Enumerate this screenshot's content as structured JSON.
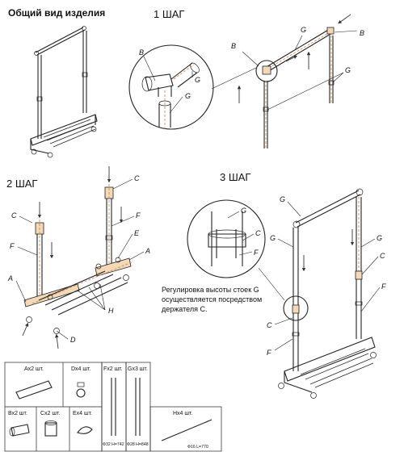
{
  "headings": {
    "overview": "Общий вид изделия",
    "step1": "1 ШАГ",
    "step2": "2 ШАГ",
    "step3": "3 ШАГ"
  },
  "note": {
    "line1": "Регулировка высоты стоек G",
    "line2": "осуществляется посредством",
    "line3": "держателя С."
  },
  "labels": {
    "A": "A",
    "B": "B",
    "C": "C",
    "D": "D",
    "E": "E",
    "F": "F",
    "G": "G",
    "H": "H"
  },
  "parts_table": {
    "ax": "Ах2 шт.",
    "dx": "Dх4 шт.",
    "fx": "Fх2 шт.",
    "gx": "Gх3 шт.",
    "bx": "Вх2 шт.",
    "cx": "Сх2 шт.",
    "ex": "Ех4 шт.",
    "hx": "Нх4 шт.",
    "f_dim": "Ф32 Н=742",
    "g_dim": "Ф28 Н=848",
    "h_dim": "Ф16 L=770"
  }
}
